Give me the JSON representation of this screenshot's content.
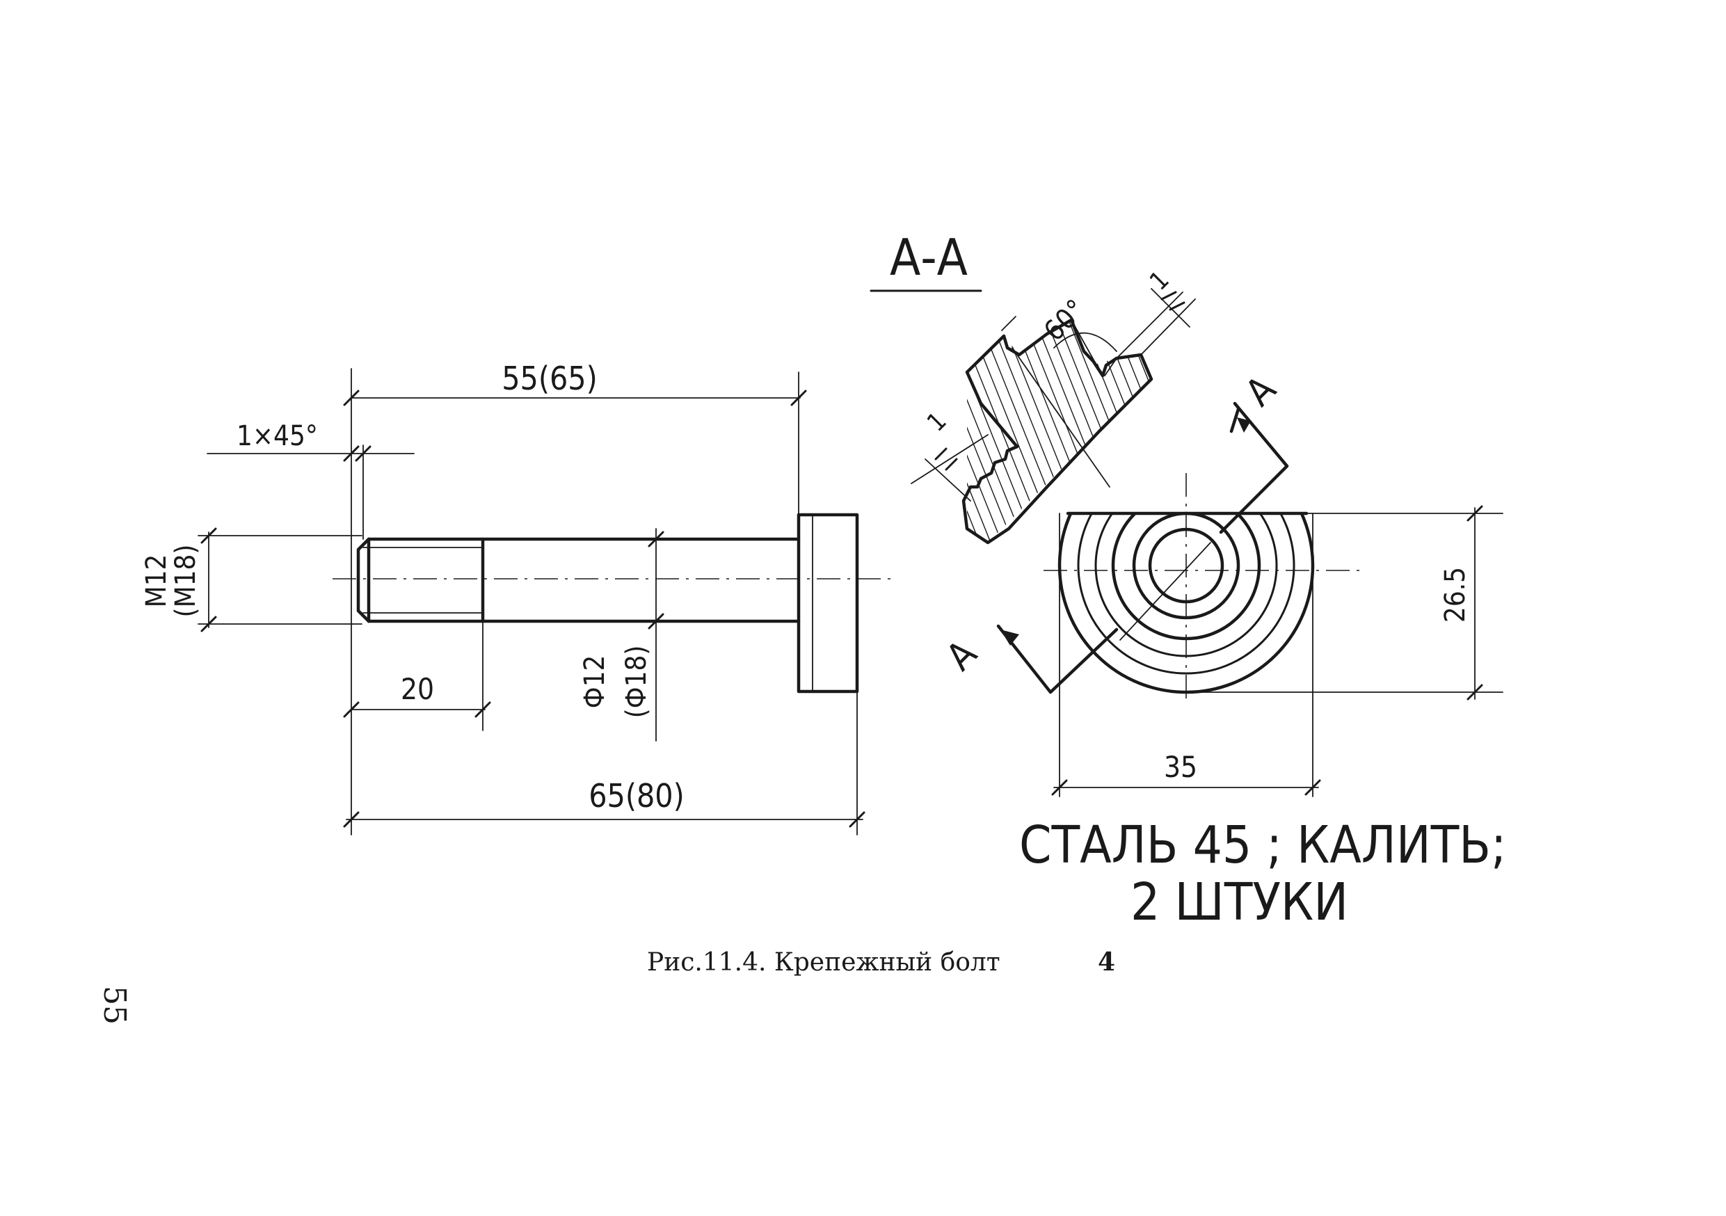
{
  "dimensions": {
    "overall_length_thread_to_head": "55(65)",
    "chamfer": "1×45°",
    "thread_size": "M12",
    "thread_size_alt": "(M18)",
    "thread_length": "20",
    "shank_diameter": "Ф12",
    "shank_diameter_alt": "(Ф18)",
    "total_length": "65(80)",
    "head_height": "26.5",
    "head_width": "35",
    "groove_angle": "60°",
    "groove_depth_top": "1",
    "groove_depth_side": "1"
  },
  "section": {
    "title": "А-А",
    "cut_label_top": "А",
    "cut_label_bottom": "А"
  },
  "notes": {
    "material_line1": "СТАЛЬ 45 ; КАЛИТЬ;",
    "material_line2": "2 ШТУКИ"
  },
  "caption": {
    "text": "Рис.11.4. Крепежный болт",
    "number": "4"
  },
  "page_number": "55"
}
